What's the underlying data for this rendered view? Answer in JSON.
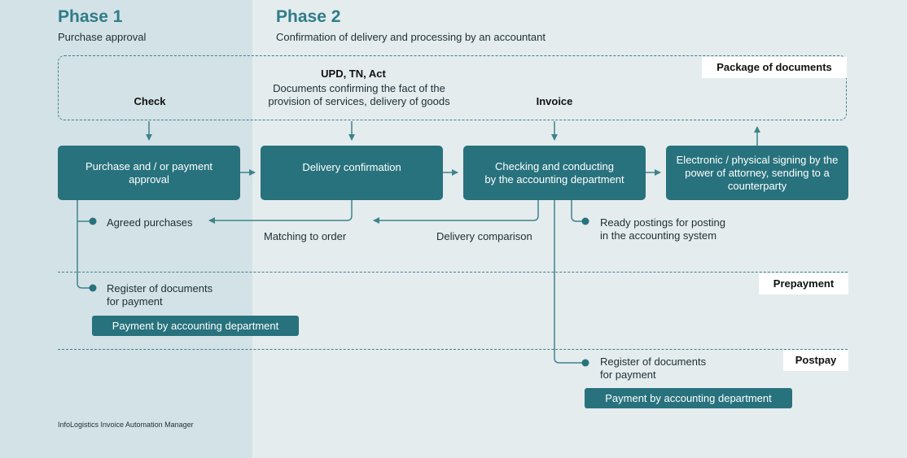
{
  "phase1": {
    "title": "Phase 1",
    "subtitle": "Purchase approval"
  },
  "phase2": {
    "title": "Phase 2",
    "subtitle": "Confirmation of delivery and processing by an accountant"
  },
  "package": {
    "tag": "Package of documents",
    "check_label": "Check",
    "docs_title": "UPD, TN, Act",
    "docs_desc": "Documents confirming the fact of the provision of services, delivery of goods",
    "invoice_label": "Invoice"
  },
  "steps": [
    {
      "label": "Purchase and / or payment approval"
    },
    {
      "label": "Delivery confirmation"
    },
    {
      "label": "Checking and conducting\nby the accounting department"
    },
    {
      "label": "Electronic / physical signing by the power of attorney, sending to a counterparty"
    }
  ],
  "outputs": {
    "agreed": "Agreed purchases",
    "matching": "Matching to order",
    "delivery_comparison": "Delivery comparison",
    "ready_postings": "Ready postings for posting\nin the accounting system"
  },
  "prepayment": {
    "tag": "Prepayment",
    "register": "Register of documents\nfor payment",
    "payment": "Payment by accounting department"
  },
  "postpay": {
    "tag": "Postpay",
    "register": "Register of documents\nfor payment",
    "payment": "Payment by accounting department"
  },
  "footer": "InfoLogistics Invoice Automation Manager",
  "colors": {
    "accent": "#27727d",
    "line": "#3e828d",
    "title": "#2f7c88"
  }
}
